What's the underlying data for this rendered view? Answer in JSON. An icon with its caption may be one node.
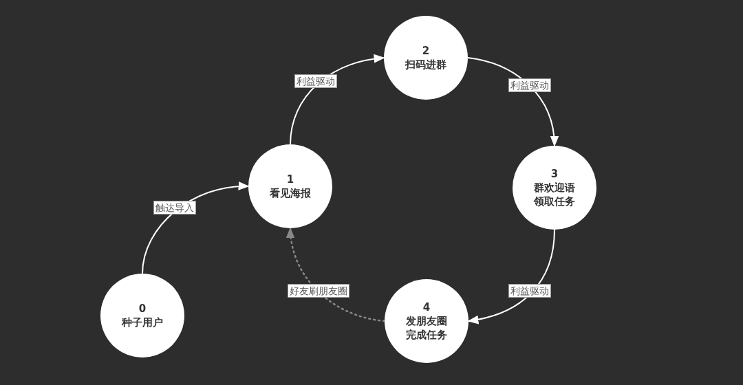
{
  "diagram": {
    "nodes": [
      {
        "text": [
          "0",
          "种子用户"
        ]
      },
      {
        "text": [
          "1",
          "看见海报"
        ]
      },
      {
        "text": [
          "2",
          "扫码进群"
        ]
      },
      {
        "text": [
          "3",
          "群欢迎语领取任务"
        ]
      },
      {
        "text": [
          "4",
          "发朋友圈完成任务"
        ]
      }
    ],
    "edges": [
      {
        "from": 0,
        "to": 1,
        "arrow": "to",
        "label": "触达导入"
      },
      {
        "from": 1,
        "to": 2,
        "arrow": "to",
        "label": "利益驱动"
      },
      {
        "from": 2,
        "to": 3,
        "arrow": "to",
        "label": "利益驱动"
      },
      {
        "from": 3,
        "to": 4,
        "arrow": "to",
        "label": "利益驱动"
      },
      {
        "from": 4,
        "to": 1,
        "arrow": "to",
        "label": "好友刷朋友圈",
        "style": "dashed",
        "color": "#888888"
      }
    ]
  }
}
